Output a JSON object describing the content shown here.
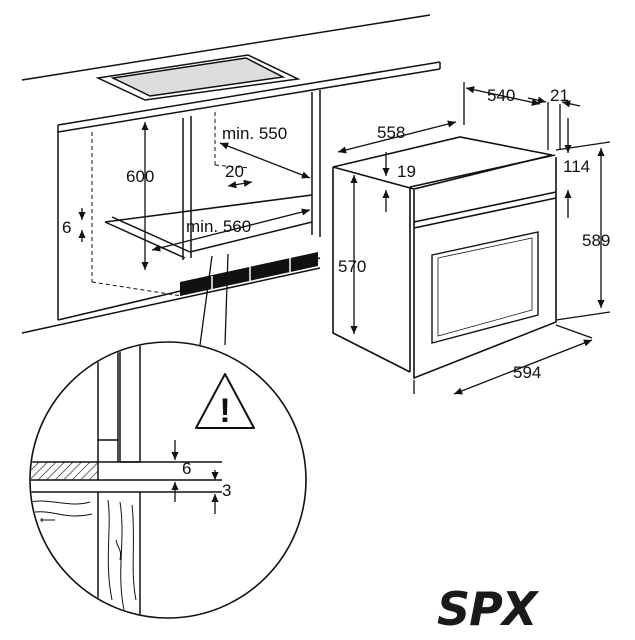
{
  "diagram": {
    "cabinet": {
      "height": "600",
      "depth": "min. 550",
      "width": "min. 560",
      "gap": "20",
      "support": "6"
    },
    "oven": {
      "top_depth": "558",
      "depth_total": "540",
      "door": "21",
      "panel_offset": "19",
      "body_height": "570",
      "control_height": "114",
      "total_height": "589",
      "width": "594"
    },
    "detail": {
      "gap_upper": "6",
      "gap_lower": "3",
      "warning_symbol": "!"
    }
  },
  "brand": {
    "logo_text": "SPX",
    "logo_color": "#1a1a1a"
  }
}
